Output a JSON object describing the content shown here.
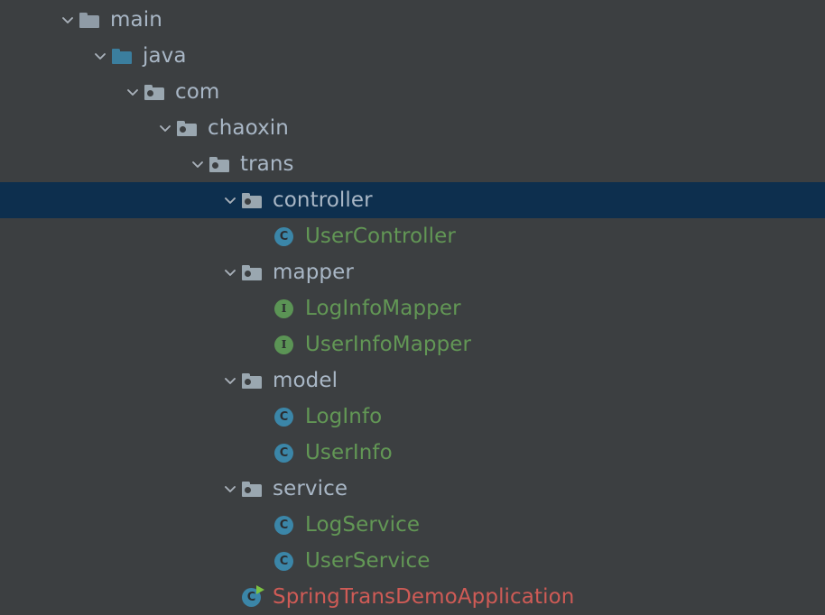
{
  "theme": {
    "background": "#3c3f41",
    "selection_background": "#0d2f4e",
    "folder_text": "#a9b7c6",
    "class_text": "#629755",
    "runnable_text": "#cf5b56",
    "source_folder": "#3b7e9e",
    "package_folder": "#9aa7b0",
    "class_icon": "#3b86a8",
    "interface_icon": "#5b9455",
    "run_arrow": "#7cc242"
  },
  "tree": {
    "name": "project-tree",
    "rows": [
      {
        "label": "main",
        "depth": 0,
        "icon": "folder-icon",
        "icon_kind": "folder-plain",
        "text_style": "folder-text",
        "expanded": true,
        "has_twisty": true,
        "selected": false
      },
      {
        "label": "java",
        "depth": 1,
        "icon": "source-folder-icon",
        "icon_kind": "folder-src",
        "text_style": "src-text",
        "expanded": true,
        "has_twisty": true,
        "selected": false
      },
      {
        "label": "com",
        "depth": 2,
        "icon": "package-folder-icon",
        "icon_kind": "folder-pkg",
        "text_style": "folder-text",
        "expanded": true,
        "has_twisty": true,
        "selected": false
      },
      {
        "label": "chaoxin",
        "depth": 3,
        "icon": "package-folder-icon",
        "icon_kind": "folder-pkg",
        "text_style": "folder-text",
        "expanded": true,
        "has_twisty": true,
        "selected": false
      },
      {
        "label": "trans",
        "depth": 4,
        "icon": "package-folder-icon",
        "icon_kind": "folder-pkg",
        "text_style": "folder-text",
        "expanded": true,
        "has_twisty": true,
        "selected": false
      },
      {
        "label": "controller",
        "depth": 5,
        "icon": "package-folder-icon",
        "icon_kind": "folder-pkg",
        "text_style": "folder-text",
        "expanded": true,
        "has_twisty": true,
        "selected": true
      },
      {
        "label": "UserController",
        "depth": 6,
        "icon": "java-class-icon",
        "icon_kind": "badge-class",
        "icon_glyph": "C",
        "text_style": "green-text",
        "expanded": false,
        "has_twisty": false,
        "selected": false
      },
      {
        "label": "mapper",
        "depth": 5,
        "icon": "package-folder-icon",
        "icon_kind": "folder-pkg",
        "text_style": "folder-text",
        "expanded": true,
        "has_twisty": true,
        "selected": false
      },
      {
        "label": "LogInfoMapper",
        "depth": 6,
        "icon": "java-interface-icon",
        "icon_kind": "badge-interface",
        "icon_glyph": "I",
        "text_style": "green-text",
        "expanded": false,
        "has_twisty": false,
        "selected": false
      },
      {
        "label": "UserInfoMapper",
        "depth": 6,
        "icon": "java-interface-icon",
        "icon_kind": "badge-interface",
        "icon_glyph": "I",
        "text_style": "green-text",
        "expanded": false,
        "has_twisty": false,
        "selected": false
      },
      {
        "label": "model",
        "depth": 5,
        "icon": "package-folder-icon",
        "icon_kind": "folder-pkg",
        "text_style": "folder-text",
        "expanded": true,
        "has_twisty": true,
        "selected": false
      },
      {
        "label": "LogInfo",
        "depth": 6,
        "icon": "java-class-icon",
        "icon_kind": "badge-class",
        "icon_glyph": "C",
        "text_style": "green-text",
        "expanded": false,
        "has_twisty": false,
        "selected": false
      },
      {
        "label": "UserInfo",
        "depth": 6,
        "icon": "java-class-icon",
        "icon_kind": "badge-class",
        "icon_glyph": "C",
        "text_style": "green-text",
        "expanded": false,
        "has_twisty": false,
        "selected": false
      },
      {
        "label": "service",
        "depth": 5,
        "icon": "package-folder-icon",
        "icon_kind": "folder-pkg",
        "text_style": "folder-text",
        "expanded": true,
        "has_twisty": true,
        "selected": false
      },
      {
        "label": "LogService",
        "depth": 6,
        "icon": "java-class-icon",
        "icon_kind": "badge-class",
        "icon_glyph": "C",
        "text_style": "green-text",
        "expanded": false,
        "has_twisty": false,
        "selected": false
      },
      {
        "label": "UserService",
        "depth": 6,
        "icon": "java-class-icon",
        "icon_kind": "badge-class",
        "icon_glyph": "C",
        "text_style": "green-text",
        "expanded": false,
        "has_twisty": false,
        "selected": false
      },
      {
        "label": "SpringTransDemoApplication",
        "depth": 5,
        "icon": "runnable-java-class-icon",
        "icon_kind": "badge-runnable",
        "icon_glyph": "C",
        "has_run_arrow": true,
        "text_style": "red-text",
        "expanded": false,
        "has_twisty": false,
        "selected": false
      }
    ]
  }
}
